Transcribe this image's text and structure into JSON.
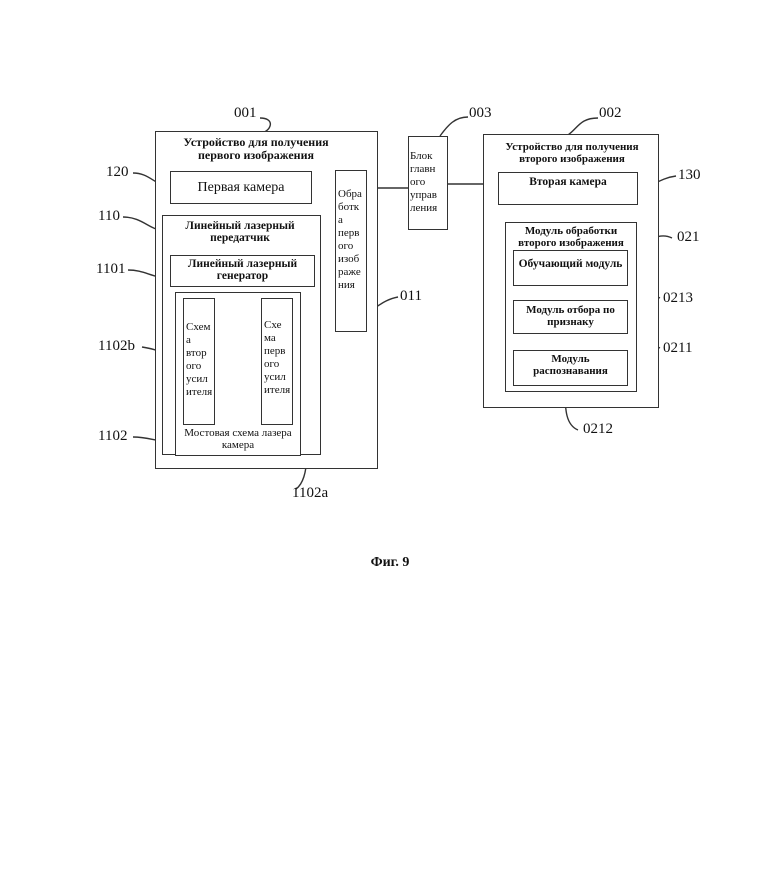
{
  "refs": {
    "r001": "001",
    "r002": "002",
    "r003": "003",
    "r120": "120",
    "r110": "110",
    "r1101": "1101",
    "r1102b": "1102b",
    "r1102": "1102",
    "r1102a": "1102a",
    "r011": "011",
    "r130": "130",
    "r021": "021",
    "r0213": "0213",
    "r0211": "0211",
    "r0212": "0212"
  },
  "device1": {
    "title": "Устройство для получения первого изображения",
    "camera": "Первая камера",
    "transmitter": "Линейный лазерный передатчик",
    "generator": "Линейный лазерный генератор",
    "amp2": "Схем\nа\nвтор\nого\nусил\nителя",
    "amp1": "Схе\nма\nперв\nого\nусил\nителя",
    "bridge": "Мостовая схема лазера камера",
    "processing": "Обра\nботк\nа\nперв\nого\nизоб\nраже\nния"
  },
  "control": {
    "label": "Блок\nглавн\nого\nуправ\nления"
  },
  "device2": {
    "title": "Устройство для получения второго изображения",
    "camera": "Вторая камера",
    "module": "Модуль обработки второго изображения",
    "training": "Обучающий модуль",
    "feature": "Модуль отбора по признаку",
    "recognition": "Модуль распознавания"
  },
  "caption": "Фиг. 9"
}
